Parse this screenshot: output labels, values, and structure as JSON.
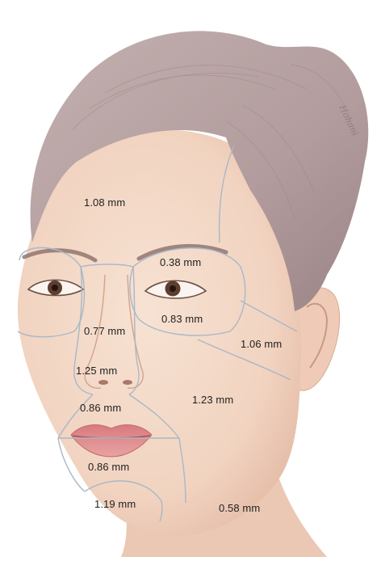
{
  "diagram": {
    "skin_thickness_labels": {
      "forehead": "1.08 mm",
      "upper_eyelid": "0.38 mm",
      "lower_eyelid": "0.83 mm",
      "temple": "1.06 mm",
      "nasal_dorsum": "0.77 mm",
      "nasal_tip": "1.25 mm",
      "upper_lip": "0.86 mm",
      "cheek": "1.23 mm",
      "lower_lip": "0.86 mm",
      "chin": "1.19 mm",
      "neck": "0.58 mm"
    },
    "artist_signature": "Hohani"
  },
  "colors": {
    "skin": "#f3d9c8",
    "skin_shadow": "#e4bba6",
    "hair": "#b7a1a1",
    "hair_dark": "#9c8486",
    "region_lines": "#a9b8c6",
    "lips": "#e0888a",
    "label_text": "#1f1f1f"
  }
}
